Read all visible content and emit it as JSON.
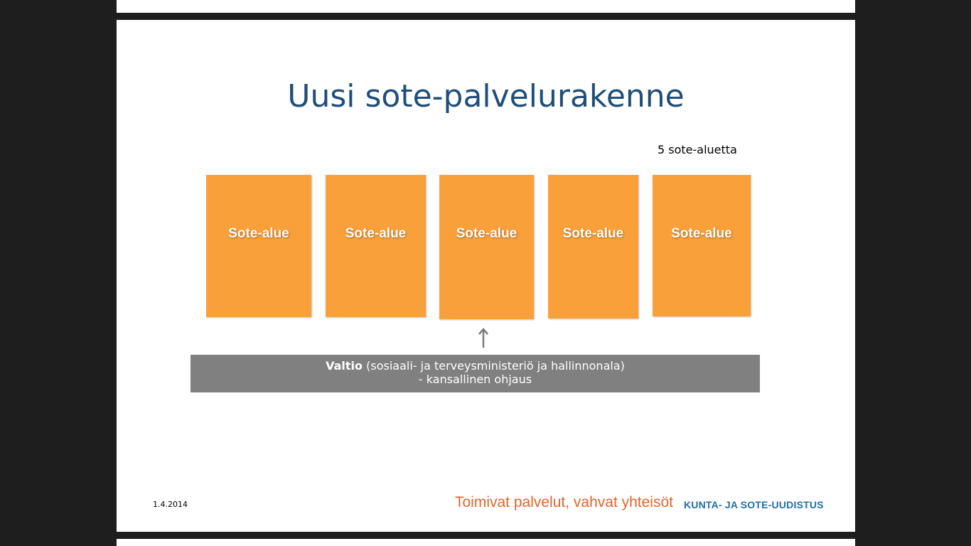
{
  "slide": {
    "title": "Uusi sote-palvelurakenne",
    "count_label": "5 sote-aluetta",
    "regions": [
      {
        "label": "Sote-alue"
      },
      {
        "label": "Sote-alue"
      },
      {
        "label": "Sote-alue"
      },
      {
        "label": "Sote-alue"
      },
      {
        "label": "Sote-alue"
      }
    ],
    "state": {
      "name": "Valtio",
      "detail": " (sosiaali- ja terveysministeriö ja hallinnonala)",
      "line2": "- kansallinen ohjaus"
    },
    "date": "1.4.2014",
    "footer": {
      "slogan": "Toimivat palvelut, vahvat yhteisöt",
      "program": "KUNTA- JA SOTE-UUDISTUS"
    }
  },
  "colors": {
    "title": "#1f4e79",
    "region_fill": "#f9a03a",
    "state_fill": "#808080",
    "slogan": "#e2642b",
    "program": "#1f6fa8"
  }
}
